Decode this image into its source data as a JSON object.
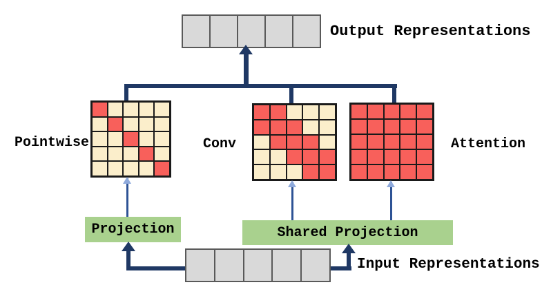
{
  "colors": {
    "navy": "#1F3864",
    "steel": "#2E5395",
    "light_arrow": "#8FAADC",
    "green": "#A9D18E",
    "gray_cell": "#D9D9D9",
    "gray_border": "#595959",
    "cream": "#FBEECB",
    "red": "#F8605B",
    "matrix_border": "#1A1A1A",
    "text": "#000000"
  },
  "output_row": {
    "label": "Output Representations",
    "cells": 5
  },
  "input_row": {
    "label": "Input Representations",
    "cells": 5
  },
  "matrices": {
    "legend": {
      "R": "active (red)",
      "C": "inactive (cream)"
    },
    "pointwise": {
      "label": "Pointwise",
      "size": 5,
      "pattern": [
        "RCCCC",
        "CRCCC",
        "CCRCC",
        "CCCRC",
        "CCCCR"
      ]
    },
    "conv": {
      "label": "Conv",
      "size": 5,
      "pattern": [
        "RRCCC",
        "RRRCC",
        "CRRRC",
        "CCRRR",
        "CCCRR"
      ]
    },
    "attention": {
      "label": "Attention",
      "size": 5,
      "pattern": [
        "RRRRR",
        "RRRRR",
        "RRRRR",
        "RRRRR",
        "RRRRR"
      ]
    }
  },
  "projection": {
    "label": "Projection"
  },
  "shared_projection": {
    "label": "Shared Projection"
  }
}
